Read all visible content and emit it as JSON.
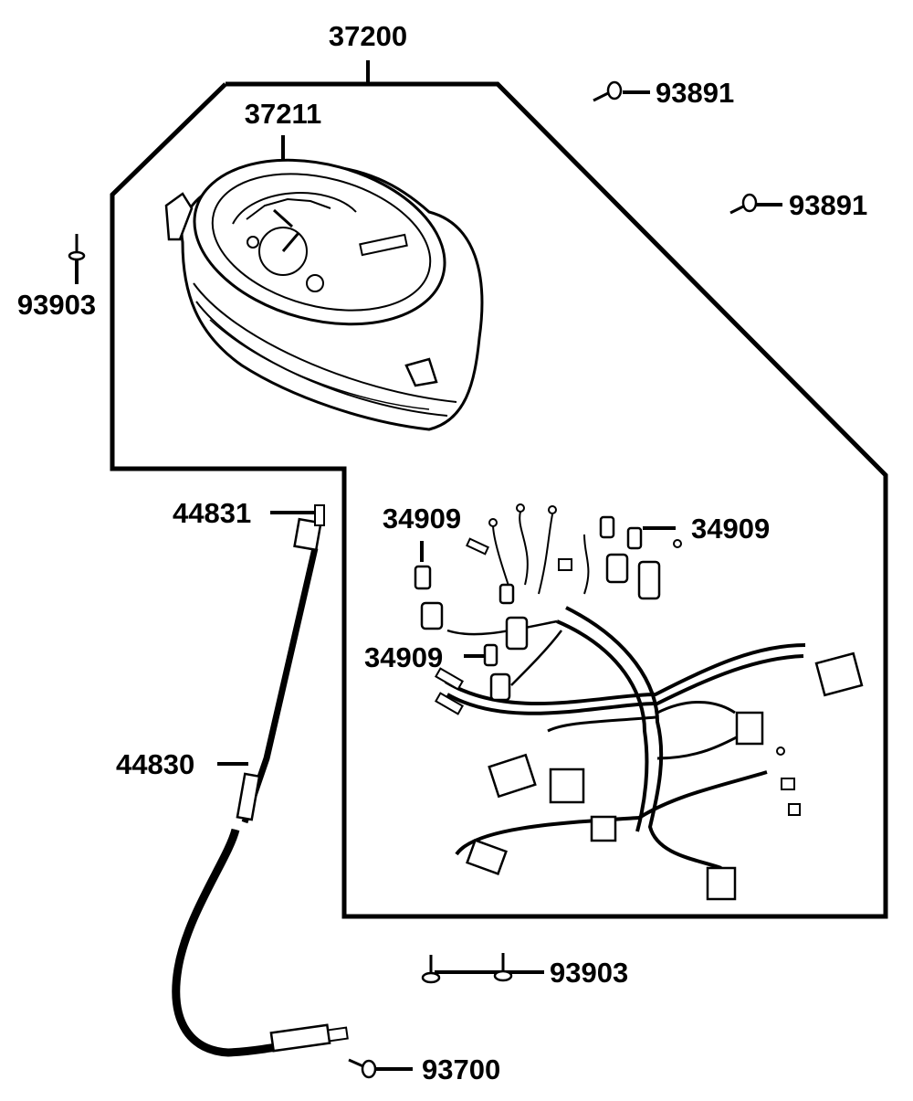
{
  "diagram": {
    "labels": {
      "p37200": "37200",
      "p37211": "37211",
      "p93891_a": "93891",
      "p93891_b": "93891",
      "p93903_left": "93903",
      "p44831": "44831",
      "p34909_a": "34909",
      "p34909_b": "34909",
      "p34909_c": "34909",
      "p44830": "44830",
      "p93903_bottom": "93903",
      "p93700": "93700"
    }
  }
}
